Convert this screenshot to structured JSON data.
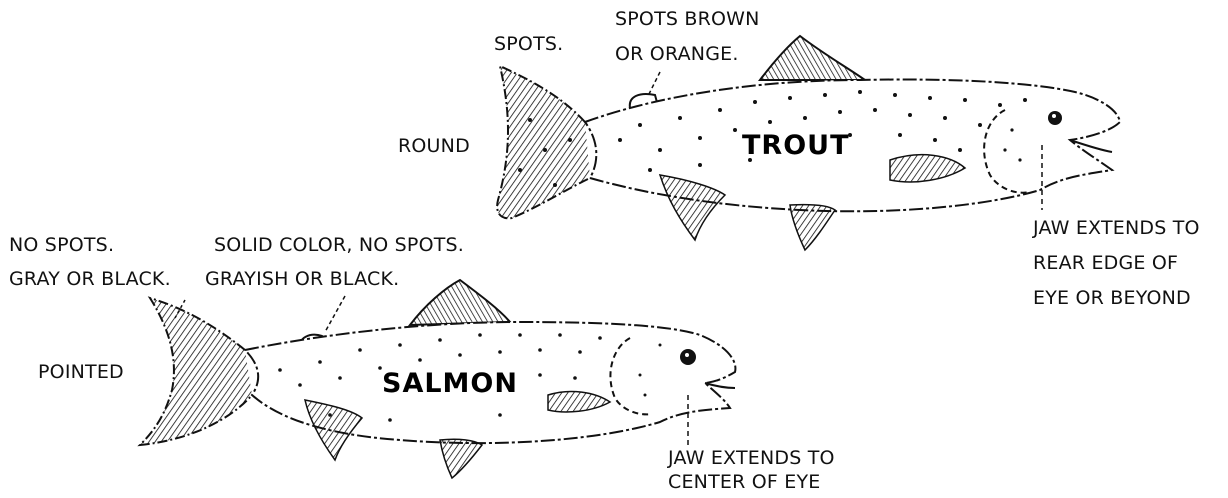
{
  "trout": {
    "name": "TROUT",
    "labels": {
      "tail_spots": "SPOTS.",
      "dorsal_spots_1": "SPOTS BROWN",
      "dorsal_spots_2": "OR ORANGE.",
      "tail_shape": "ROUND",
      "jaw_1": "JAW EXTENDS TO",
      "jaw_2": "REAR EDGE OF",
      "jaw_3": "EYE OR BEYOND"
    }
  },
  "salmon": {
    "name": "SALMON",
    "labels": {
      "tail_spots_1": "NO SPOTS.",
      "tail_spots_2": "GRAY OR BLACK.",
      "dorsal_spots_1": "SOLID COLOR, NO SPOTS.",
      "dorsal_spots_2": "GRAYISH OR BLACK.",
      "tail_shape": "POINTED",
      "jaw_1": "JAW EXTENDS TO",
      "jaw_2": "CENTER OF EYE"
    }
  }
}
